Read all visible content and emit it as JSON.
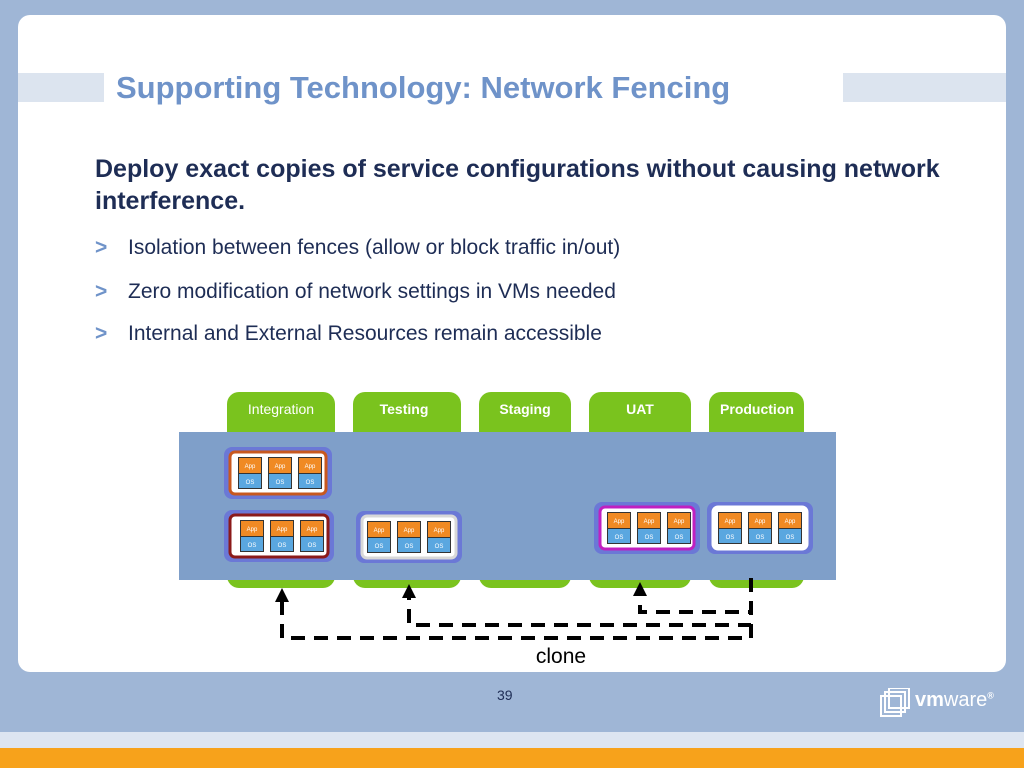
{
  "slide": {
    "title": "Supporting Technology:  Network Fencing",
    "subtitle": "Deploy exact copies of service configurations without causing network interference.",
    "bullet_mark": ">",
    "bullets": [
      "Isolation between fences (allow or block traffic in/out)",
      "Zero modification of network settings in VMs needed",
      "Internal and External Resources remain accessible"
    ],
    "page_number": "39"
  },
  "diagram": {
    "environments": [
      "Integration",
      "Testing",
      "Staging",
      "UAT",
      "Production"
    ],
    "vm_app_label": "App",
    "vm_os_label": "OS",
    "clone_label": "clone",
    "colors": {
      "env_tab": "#7ac31e",
      "network_band": "#7f9fc9",
      "vm_app": "#f08a24",
      "vm_os": "#5aa7e0",
      "fence_outer": "#6b78d6"
    },
    "fences": [
      {
        "environment": "Integration",
        "border_color": "#c8581e"
      },
      {
        "environment": "Integration",
        "border_color": "#8b1a1a"
      },
      {
        "environment": "Testing",
        "border_color": "#d8d8d8"
      },
      {
        "environment": "UAT",
        "border_color": "#c020c0"
      },
      {
        "environment": "Production",
        "border_color": "#ffffff"
      }
    ]
  },
  "logo": {
    "brand_bold": "vm",
    "brand_light": "ware",
    "trademark": "®",
    "icon": "vmware-logo-icon"
  }
}
